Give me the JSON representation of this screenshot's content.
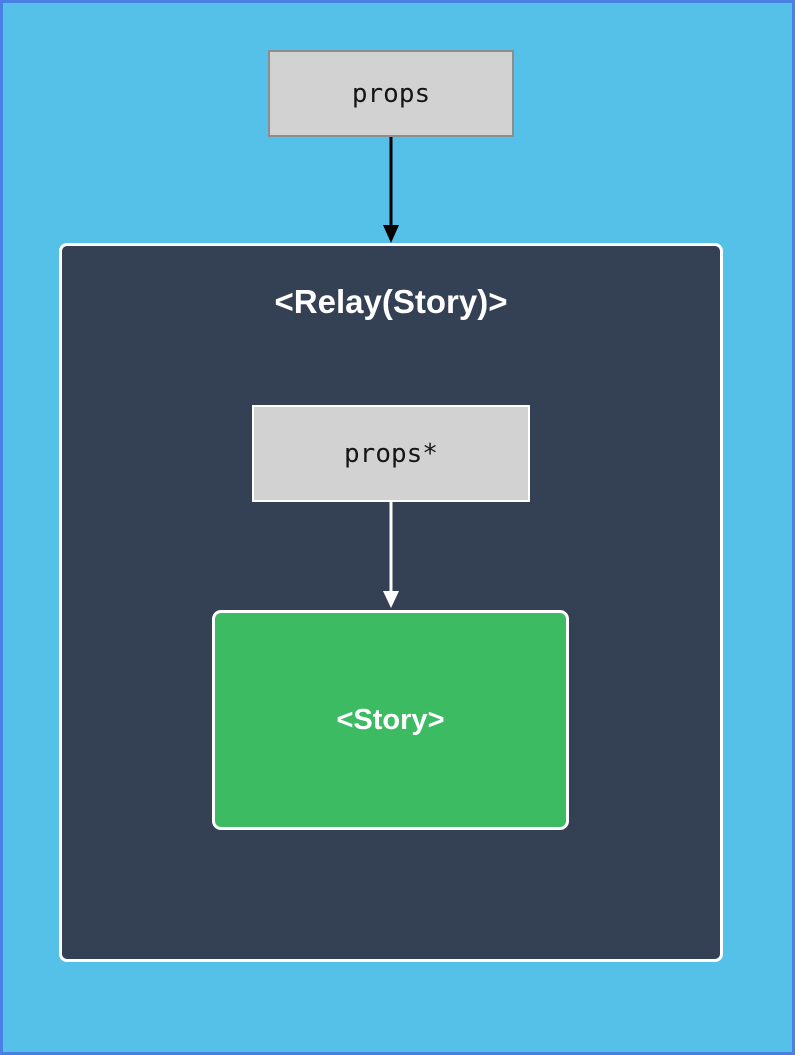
{
  "colors": {
    "frame": "#4a80e4",
    "canvas": "#55c1e8",
    "container-fill": "#344053",
    "container-border": "#ffffff",
    "box-fill": "#d2d2d2",
    "box-border-gray": "#8d8d8d",
    "story-fill": "#3dbb62",
    "text-dark": "#151515",
    "text-light": "#ffffff",
    "arrow-black": "#000000",
    "arrow-white": "#ffffff"
  },
  "diagram": {
    "props_box": {
      "label": "props"
    },
    "relay_container": {
      "title": "<Relay(Story)>"
    },
    "props_star_box": {
      "label": "props*"
    },
    "story_box": {
      "label": "<Story>"
    }
  }
}
